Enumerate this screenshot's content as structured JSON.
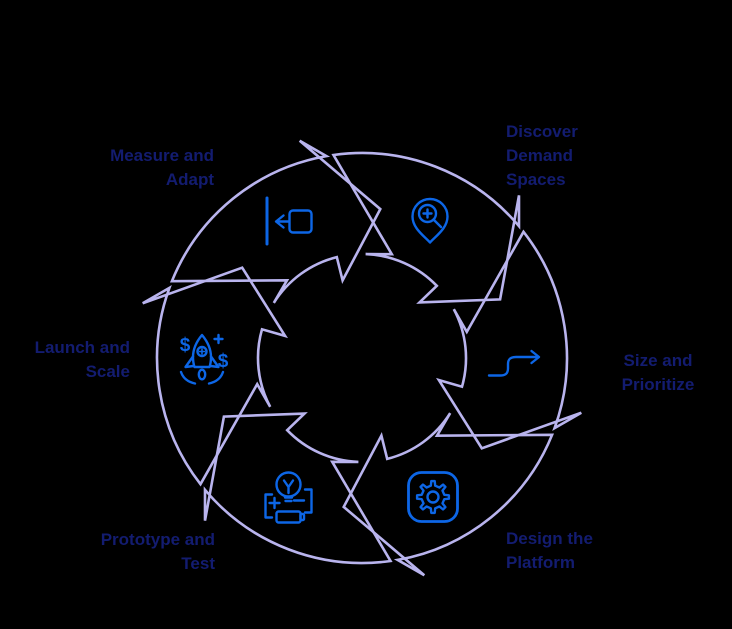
{
  "colors": {
    "background": "#000000",
    "arrow": "#b9b4ee",
    "label": "#131c70",
    "icon": "#0d66e6"
  },
  "diagram": {
    "type": "cycle",
    "direction": "clockwise",
    "arrow_count": 6,
    "steps": [
      {
        "id": "measure",
        "label": "Measure and\nAdapt",
        "icon": "back-to-start-icon"
      },
      {
        "id": "discover",
        "label": "Discover\nDemand\nSpaces",
        "icon": "search-location-icon"
      },
      {
        "id": "size",
        "label": "Size and\nPrioritize",
        "icon": "step-up-arrow-icon"
      },
      {
        "id": "design",
        "label": "Design the\nPlatform",
        "icon": "gear-icon"
      },
      {
        "id": "prototype",
        "label": "Prototype and\nTest",
        "icon": "lightbulb-battery-icon"
      },
      {
        "id": "launch",
        "label": "Launch and\nScale",
        "icon": "rocket-dollar-icon"
      }
    ],
    "rocket_icon_text": {
      "dollar_left": "$",
      "dollar_right": "$"
    }
  }
}
